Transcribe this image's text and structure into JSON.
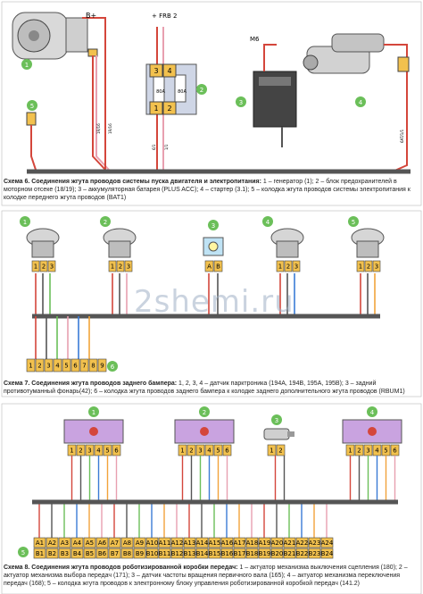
{
  "scheme6": {
    "labels": {
      "b_plus": "B+",
      "frb": "+ FRB 2",
      "m6": "M6",
      "fuse1": "80A",
      "fuse2": "80A"
    },
    "callouts": [
      "1",
      "2",
      "3",
      "4",
      "5"
    ],
    "pins": [
      "3",
      "4",
      "1",
      "2"
    ],
    "wire_codes": [
      "1R/16",
      "1R/16",
      "6/1",
      "1/1",
      "6AT/1/1"
    ],
    "title": "Схема 6. Соединения жгута проводов системы пуска двигателя и электропитания:",
    "text": " 1 – генератор (1); 2 – блок предохранителей в моторном отсеке (18/19); 3 – аккумуляторная батарея (PLUS ACC); 4 – стартер (3.1); 5 – колодка жгута проводов системы электропитания к колодке переднего жгута проводов (BAT1)"
  },
  "scheme7": {
    "callouts": [
      "1",
      "2",
      "3",
      "4",
      "5",
      "6"
    ],
    "sensor_pins": [
      "1",
      "2",
      "3"
    ],
    "lamp_pins": [
      "A",
      "B"
    ],
    "connector_pins": [
      "1",
      "2",
      "3",
      "4",
      "5",
      "6",
      "7",
      "8",
      "9"
    ],
    "watermark": "2shemi.ru",
    "title": "Схема 7. Соединения жгута проводов заднего бампера:",
    "text": " 1, 2, 3, 4 – датчик парктроника (194A, 194B, 195A, 195B); 3 – задний противотуманный фонарь(42); 6 – колодка жгута проводов заднего бампера к колодке заднего дополнительного жгута проводов (RBUM1)"
  },
  "scheme8": {
    "callouts": [
      "1",
      "2",
      "3",
      "4",
      "5"
    ],
    "actuator_pins": [
      "1",
      "2",
      "3",
      "4",
      "5",
      "6"
    ],
    "sensor_pins": [
      "1",
      "2"
    ],
    "ecu_pins_top": [
      "A1",
      "A2",
      "A3",
      "A4",
      "A5",
      "A6",
      "A7",
      "A8",
      "A9",
      "A10",
      "A11",
      "A12",
      "A13",
      "A14",
      "A15",
      "A16",
      "A17",
      "A18",
      "A19",
      "A20",
      "A21",
      "A22",
      "A23",
      "A24"
    ],
    "ecu_pins_bottom": [
      "B1",
      "B2",
      "B3",
      "B4",
      "B5",
      "B6",
      "B7",
      "B8",
      "B9",
      "B10",
      "B11",
      "B12",
      "B13",
      "B14",
      "B15",
      "B16",
      "B17",
      "B18",
      "B19",
      "B20",
      "B21",
      "B22",
      "B23",
      "B24"
    ],
    "title": "Схема 8. Соединения жгута проводов роботизированной коробки передач:",
    "text": " 1 – актуатор механизма выключения сцепления (180); 2 – актуатор механизма выбора передач (171); 3 – датчик частоты вращения первичного вала (165); 4 – актуатор механизма переключения передач (168); 5 – колодка жгута проводов к электронному блоку управления роботизированной коробкой передач (141.2)"
  },
  "colors": {
    "harness": "#555555",
    "connector": "#f2c14e",
    "callout": "#6bbf59",
    "actuator": "#c9a3e0",
    "lamp": "#bfe3f5",
    "red": "#d4463b",
    "pink": "#e8a0b0"
  }
}
